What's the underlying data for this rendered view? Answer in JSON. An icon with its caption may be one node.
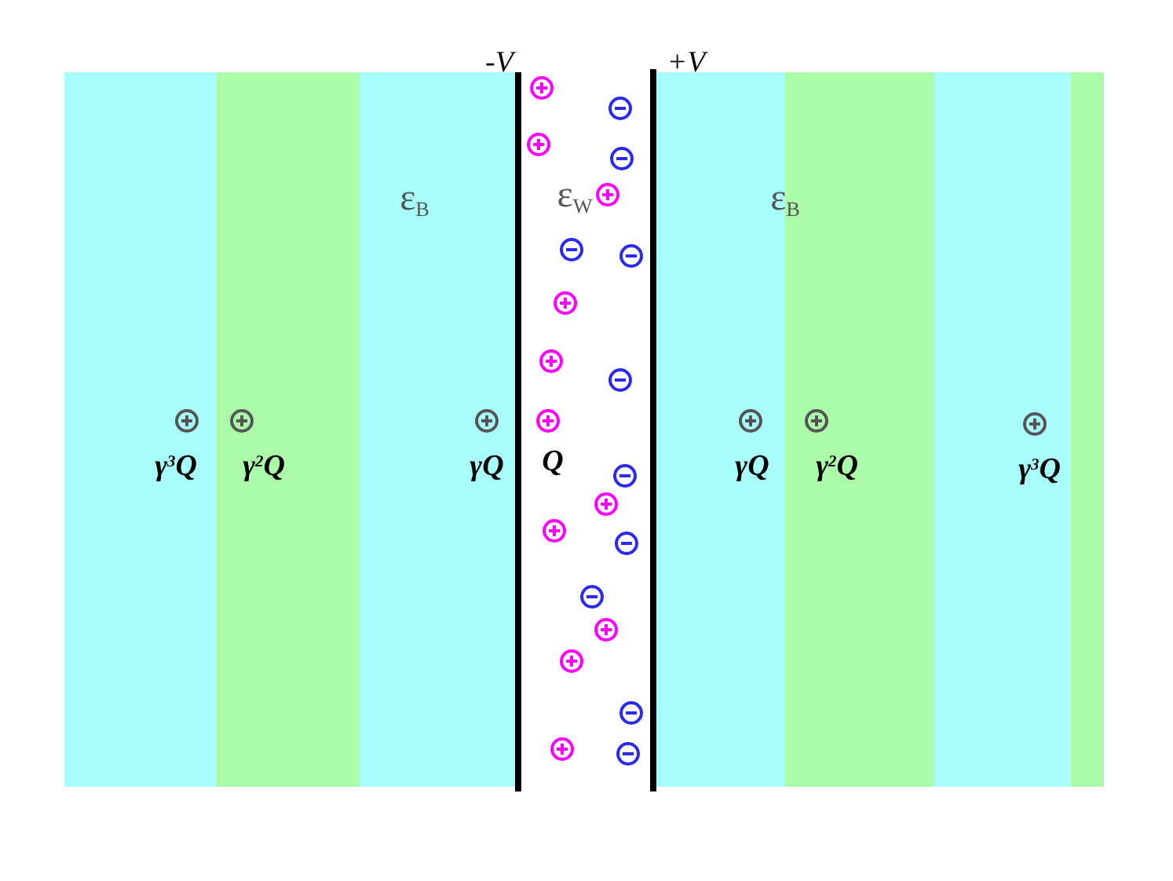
{
  "diagram": {
    "labels": [
      "-V",
      "+V",
      "ε$_{B}$",
      "ε$_{W}$",
      "ε$_{B}$",
      "γ$^{3}$Q",
      "γ$^{2}$Q",
      "γQ",
      "Q",
      "γQ",
      "γ$^{2}$Q",
      "γ$^{3}$Q"
    ]
  }
}
